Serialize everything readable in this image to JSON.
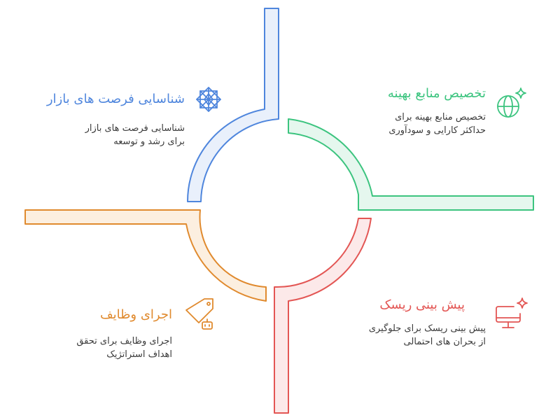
{
  "colors": {
    "blue": "#4F86DD",
    "blue_fill": "#E9F0FB",
    "green": "#3CC47F",
    "green_fill": "#E5F7EE",
    "red": "#E35654",
    "red_fill": "#FCE9E9",
    "orange": "#E08A2E",
    "orange_fill": "#FCEFE0"
  },
  "items": {
    "market": {
      "title": "شناسایی فرصت های بازار",
      "description": "شناسایی فرصت های بازار\nبرای رشد و توسعه",
      "icon": "snowflake-pattern-icon",
      "color": "#4F86DD"
    },
    "resources": {
      "title": "تخصیص منابع بهینه",
      "description": "تخصیص منابع بهینه برای\nحداکثر کارایی و سودآوری",
      "icon": "globe-sparkle-icon",
      "color": "#3CC47F"
    },
    "risk": {
      "title": "پیش بینی ریسک",
      "description": "پیش بینی ریسک برای جلوگیری\nاز بحران های احتمالی",
      "icon": "monitor-sparkle-icon",
      "color": "#E35654"
    },
    "tasks": {
      "title": "اجرای وظایف",
      "description": "اجرای وظایف برای تحقق\nاهداف استراتژیک",
      "icon": "tag-robot-icon",
      "color": "#E08A2E"
    }
  }
}
